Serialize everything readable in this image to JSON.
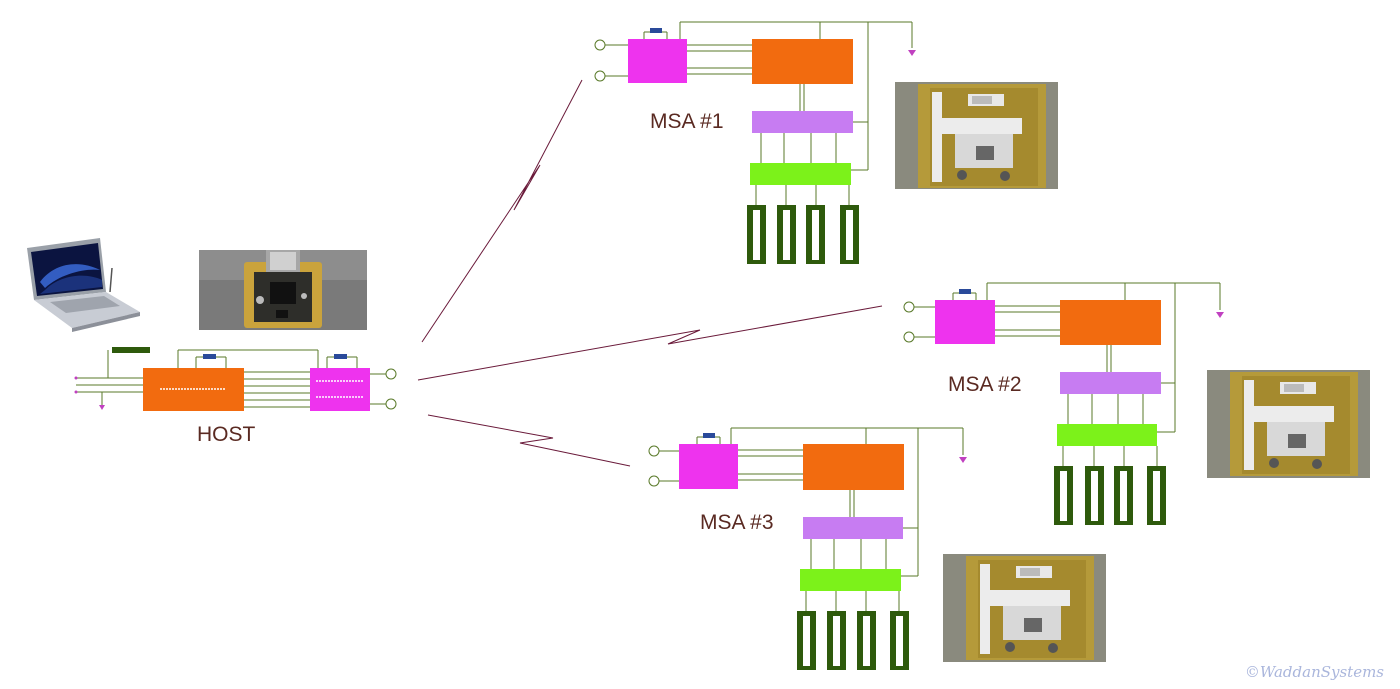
{
  "labels": {
    "host": "HOST",
    "msa1": "MSA #1",
    "msa2": "MSA #2",
    "msa3": "MSA #3"
  },
  "watermark": "©WaddanSystems",
  "colors": {
    "processor": "#f26b0f",
    "radio": "#ee33ee",
    "interface": "#c77cf2",
    "signal_conditioning": "#7cf21a",
    "sensor": "#2e5a0c",
    "wire": "#5a7a2a",
    "link": "#6a1a3a",
    "label": "#5a2a22"
  }
}
